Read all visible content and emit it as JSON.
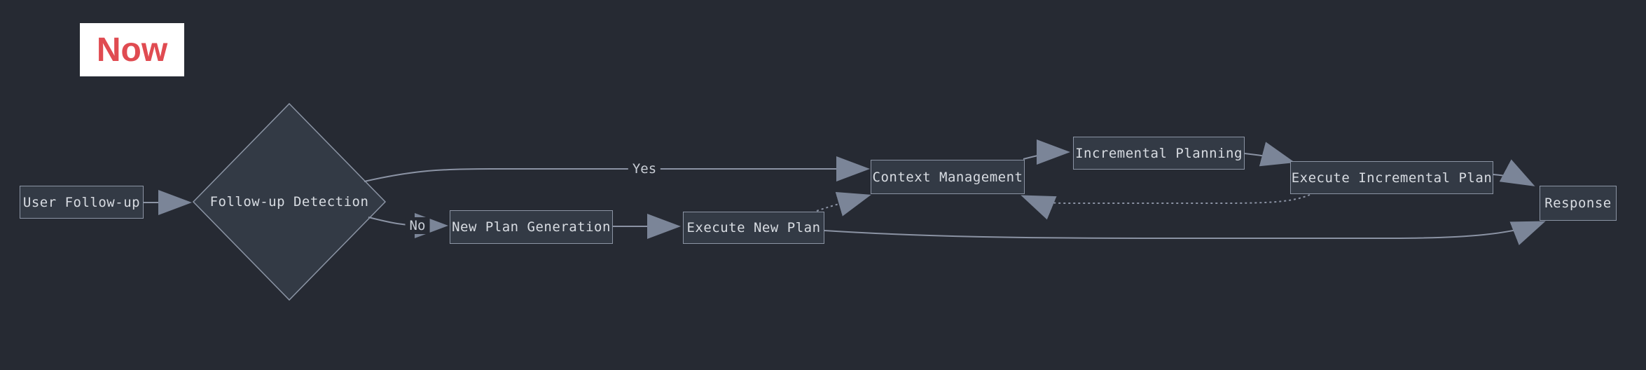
{
  "legend": {
    "now": "Now"
  },
  "nodes": {
    "user_followup": "User Follow-up",
    "followup_detection": "Follow-up Detection",
    "new_plan_generation": "New Plan Generation",
    "execute_new_plan": "Execute New Plan",
    "context_management": "Context Management",
    "incremental_planning": "Incremental Planning",
    "execute_incremental_plan": "Execute Incremental Plan",
    "response": "Response"
  },
  "edge_labels": {
    "yes": "Yes",
    "no": "No"
  },
  "edges": [
    {
      "from": "User Follow-up",
      "to": "Follow-up Detection",
      "style": "solid",
      "label": ""
    },
    {
      "from": "Follow-up Detection",
      "to": "Context Management",
      "style": "solid",
      "label": "Yes"
    },
    {
      "from": "Follow-up Detection",
      "to": "New Plan Generation",
      "style": "solid",
      "label": "No"
    },
    {
      "from": "New Plan Generation",
      "to": "Execute New Plan",
      "style": "solid",
      "label": ""
    },
    {
      "from": "Execute New Plan",
      "to": "Response",
      "style": "solid",
      "label": ""
    },
    {
      "from": "Execute New Plan",
      "to": "Context Management",
      "style": "dotted",
      "label": ""
    },
    {
      "from": "Context Management",
      "to": "Incremental Planning",
      "style": "solid",
      "label": ""
    },
    {
      "from": "Incremental Planning",
      "to": "Execute Incremental Plan",
      "style": "solid",
      "label": ""
    },
    {
      "from": "Execute Incremental Plan",
      "to": "Context Management",
      "style": "dotted",
      "label": ""
    },
    {
      "from": "Execute Incremental Plan",
      "to": "Response",
      "style": "solid",
      "label": ""
    }
  ],
  "colors": {
    "background": "#262a33",
    "node_fill": "#333a45",
    "node_border": "#8b94a4",
    "node_text": "#d8dce2",
    "edge": "#8b93a4",
    "arrowhead": "#7b8598",
    "now_background": "#ffffff",
    "now_text": "#e04b51"
  }
}
